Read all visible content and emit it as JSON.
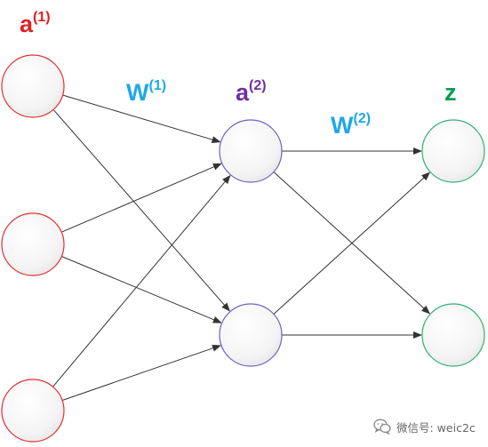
{
  "labels": {
    "input_layer": {
      "base": "a",
      "sup": "(1)",
      "color": "#e02020"
    },
    "weights_1": {
      "base": "W",
      "sup": "(1)",
      "color": "#1fa8e6"
    },
    "hidden_layer": {
      "base": "a",
      "sup": "(2)",
      "color": "#7030a0"
    },
    "weights_2": {
      "base": "W",
      "sup": "(2)",
      "color": "#1fa8e6"
    },
    "output_layer": {
      "base": "z",
      "color": "#00a050"
    }
  },
  "layers": {
    "input": {
      "nodes": 3,
      "stroke": "#e03030"
    },
    "hidden": {
      "nodes": 2,
      "stroke": "#7060c8"
    },
    "output": {
      "nodes": 2,
      "stroke": "#30b070"
    }
  },
  "edge_color": "#333333",
  "watermark": {
    "icon": "wechat-icon",
    "text": "微信号: weic2c"
  }
}
